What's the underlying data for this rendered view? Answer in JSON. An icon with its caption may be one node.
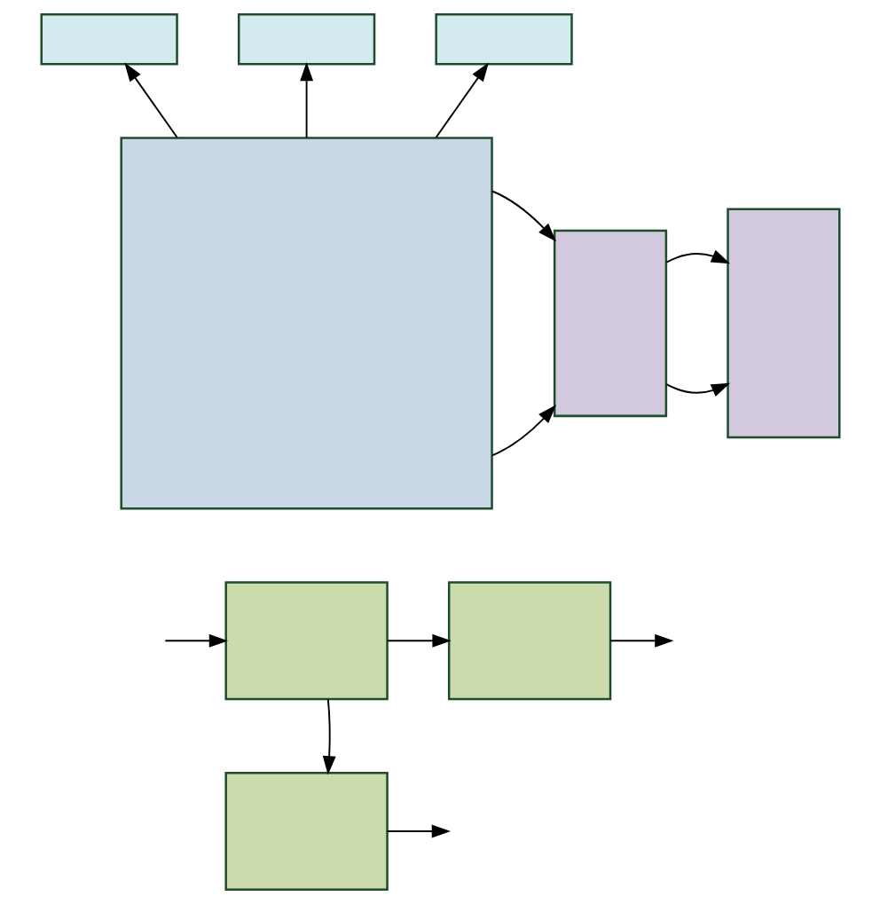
{
  "diagram": {
    "nodes": [
      {
        "text": [],
        "shape": "box"
      },
      {
        "text": [],
        "shape": "box"
      },
      {
        "text": [],
        "shape": "box"
      },
      {
        "text": [],
        "shape": "box"
      },
      {
        "text": [],
        "shape": "box"
      },
      {
        "text": [],
        "shape": "box"
      },
      {
        "text": [],
        "shape": "box"
      },
      {
        "text": [],
        "shape": "box"
      },
      {
        "text": [],
        "shape": "box"
      }
    ],
    "edges": [
      {
        "from": 3,
        "to": 0,
        "arrow": "to"
      },
      {
        "from": 3,
        "to": 1,
        "arrow": "to"
      },
      {
        "from": 3,
        "to": 2,
        "arrow": "to"
      },
      {
        "from": 3,
        "to": 4,
        "arrow": "to"
      },
      {
        "from": 3,
        "to": 4,
        "arrow": "to"
      },
      {
        "from": 4,
        "to": 5,
        "arrow": "to"
      },
      {
        "from": 4,
        "to": 5,
        "arrow": "to"
      },
      {
        "from": null,
        "to": 6,
        "arrow": "to"
      },
      {
        "from": 6,
        "to": 7,
        "arrow": "to"
      },
      {
        "from": 6,
        "to": 8,
        "arrow": "to"
      },
      {
        "from": 7,
        "to": null,
        "arrow": "to"
      },
      {
        "from": 8,
        "to": null,
        "arrow": "to"
      }
    ]
  }
}
